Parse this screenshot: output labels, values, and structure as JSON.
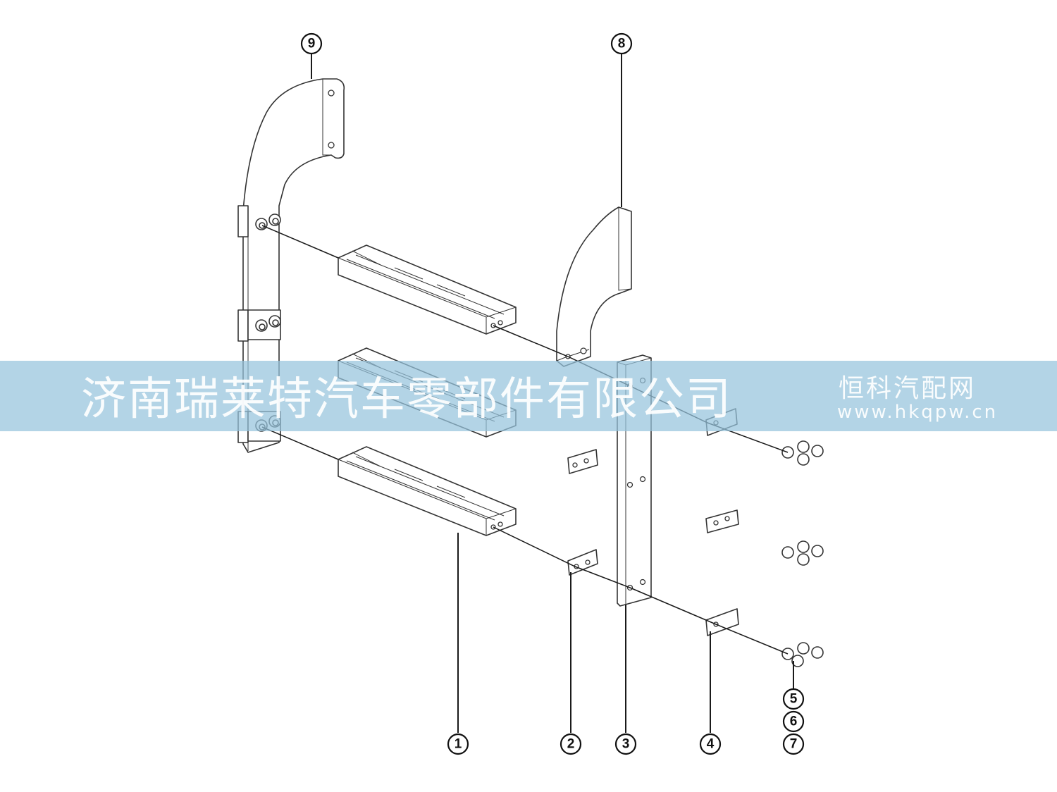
{
  "callouts": [
    {
      "label": "9"
    },
    {
      "label": "8"
    },
    {
      "label": "1"
    },
    {
      "label": "2"
    },
    {
      "label": "3"
    },
    {
      "label": "4"
    },
    {
      "label": "5"
    },
    {
      "label": "6"
    },
    {
      "label": "7"
    }
  ],
  "watermark": {
    "company": "济南瑞莱特汽车零部件有限公司",
    "site_name": "恒科汽配网",
    "url": "www.hkqpw.cn"
  },
  "colors": {
    "line": "#333333",
    "watermark_band": "#96c4dd"
  }
}
